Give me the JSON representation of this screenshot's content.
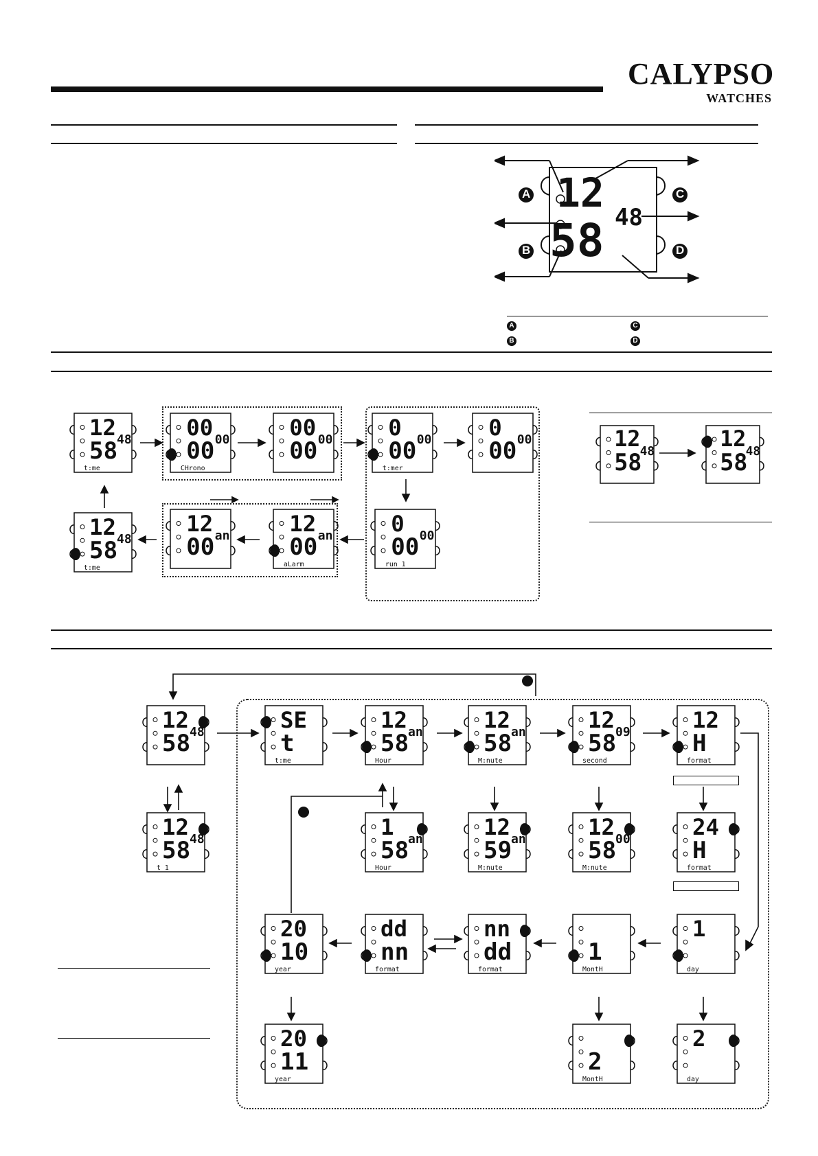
{
  "brand": {
    "name": "CALYPSO",
    "sub": "WATCHES"
  },
  "button_letters": [
    "A",
    "B",
    "C",
    "D"
  ],
  "diagram": {
    "hour": "12",
    "min": "58",
    "sec": "48"
  },
  "modes": {
    "time": {
      "top": "12",
      "bot": "58",
      "side": "48",
      "label": "t:me"
    },
    "chrono1": {
      "top": "00",
      "bot": "00",
      "side": "00",
      "label": "CHrono"
    },
    "chrono2": {
      "top": "00",
      "bot": "00",
      "side": "00",
      "label": ""
    },
    "timer1": {
      "top": "0",
      "bot": "00",
      "side": "00",
      "label": "t:mer"
    },
    "timer2": {
      "top": "0",
      "bot": "00",
      "side": "00",
      "label": ""
    },
    "run": {
      "top": "0",
      "bot": "00",
      "side": "00",
      "label": "run  1"
    },
    "alarm1": {
      "top": "12",
      "bot": "00",
      "side": "an",
      "label": "aLarm"
    },
    "alarm2": {
      "top": "12",
      "bot": "00",
      "side": "an",
      "label": ""
    },
    "time2": {
      "top": "12",
      "bot": "58",
      "side": "48",
      "label": "t:me"
    }
  },
  "light": {
    "w1": {
      "top": "12",
      "bot": "58",
      "side": "48"
    },
    "w2": {
      "top": "12",
      "bot": "58",
      "side": "48"
    }
  },
  "setting": {
    "r1": [
      {
        "top": "12",
        "bot": "58",
        "side": "48",
        "label": ""
      },
      {
        "top": "SE",
        "bot": "t",
        "side": "",
        "label": "t:me"
      },
      {
        "top": "12",
        "bot": "58",
        "side": "an",
        "label": "Hour"
      },
      {
        "top": "12",
        "bot": "58",
        "side": "an",
        "label": "M:nute"
      },
      {
        "top": "12",
        "bot": "58",
        "side": "09",
        "label": "second"
      },
      {
        "top": "12",
        "bot": "H",
        "side": "",
        "label": "format"
      }
    ],
    "r2": [
      {
        "top": "12",
        "bot": "58",
        "side": "48",
        "label": "t  1"
      },
      {
        "top": "1",
        "bot": "58",
        "side": "an",
        "label": "Hour"
      },
      {
        "top": "12",
        "bot": "59",
        "side": "an",
        "label": "M:nute"
      },
      {
        "top": "12",
        "bot": "58",
        "side": "00",
        "label": "M:nute"
      },
      {
        "top": "24",
        "bot": "H",
        "side": "",
        "label": "format"
      }
    ],
    "r3": [
      {
        "top": "20",
        "bot": "10",
        "side": "",
        "label": "year"
      },
      {
        "top": "dd",
        "bot": "nn",
        "side": "",
        "label": "format"
      },
      {
        "top": "nn",
        "bot": "dd",
        "side": "",
        "label": "format"
      },
      {
        "top": "",
        "bot": "1",
        "side": "",
        "label": "MontH"
      },
      {
        "top": "1",
        "bot": "",
        "side": "",
        "label": "day"
      }
    ],
    "r4": [
      {
        "top": "20",
        "bot": "11",
        "side": "",
        "label": "year"
      },
      {
        "top": "",
        "bot": "2",
        "side": "",
        "label": "MontH"
      },
      {
        "top": "2",
        "bot": "",
        "side": "",
        "label": "day"
      }
    ]
  },
  "colors": {
    "ink": "#111111"
  }
}
